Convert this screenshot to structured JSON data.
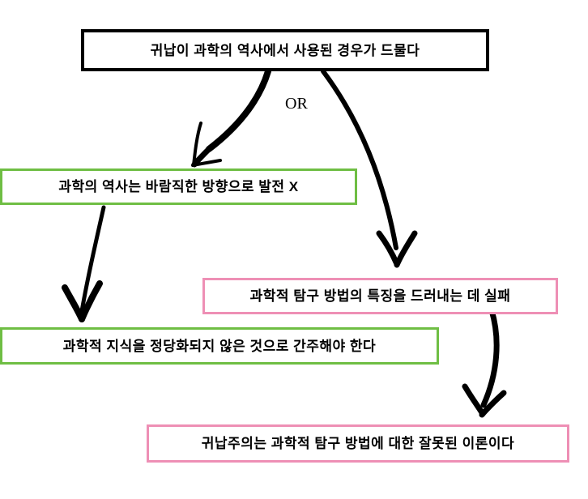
{
  "diagram": {
    "title_text": "귀납이 과학의 역사에서 사용된 경우가 드물다",
    "background_color": "#ffffff",
    "colors": {
      "black": "#000000",
      "green": "#6FBE44",
      "pink": "#EE8FB5"
    },
    "nodes": [
      {
        "id": "premise",
        "label": "귀납이 과학의 역사에서 사용된 경우가 드물다",
        "border_color": "#000000"
      },
      {
        "id": "branch-left",
        "label": "과학의 역사는 바람직한 방향으로 발전 X",
        "border_color": "#6FBE44"
      },
      {
        "id": "branch-right",
        "label": "과학적 탐구 방법의 특징을 드러내는 데 실패",
        "border_color": "#EE8FB5"
      },
      {
        "id": "conclusion-left",
        "label": "과학적 지식을 정당화되지 않은 것으로 간주해야 한다",
        "border_color": "#6FBE44"
      },
      {
        "id": "conclusion-right",
        "label": "귀납주의는 과학적 탐구 방법에 대한 잘못된 이론이다",
        "border_color": "#EE8FB5"
      }
    ],
    "connectors": [
      {
        "id": "premise-to-branch-left",
        "label": ""
      },
      {
        "id": "premise-to-branch-right",
        "label": ""
      },
      {
        "id": "branch-left-to-conclusion-left",
        "label": ""
      },
      {
        "id": "branch-right-to-conclusion-right",
        "label": ""
      }
    ],
    "or_label": "OR"
  }
}
